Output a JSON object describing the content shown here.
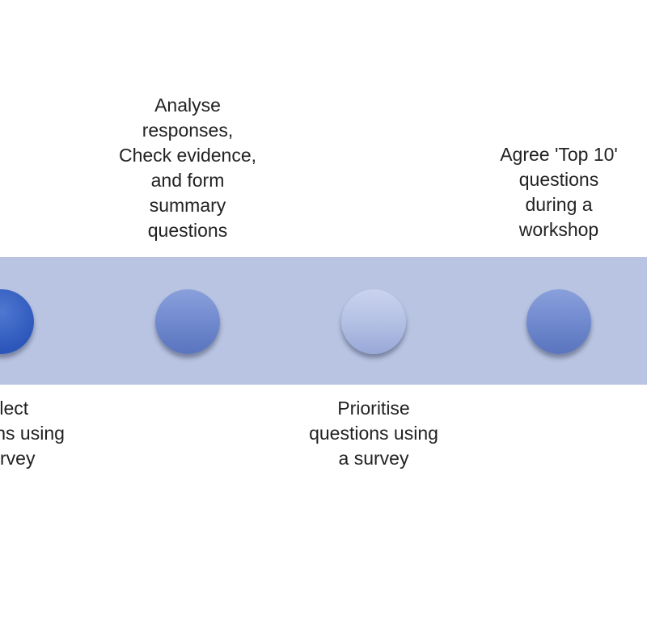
{
  "steps": [
    {
      "lines": [
        "Collect",
        "questions using",
        "a survey"
      ]
    },
    {
      "lines": [
        "Analyse",
        "responses,",
        "Check evidence,",
        "and form",
        "summary",
        "questions"
      ]
    },
    {
      "lines": [
        "Prioritise",
        "questions using",
        "a survey"
      ]
    },
    {
      "lines": [
        "Agree 'Top 10'",
        "questions",
        "during a",
        "workshop"
      ]
    }
  ],
  "colors": {
    "band": "#b9c4e2",
    "node_dark": "#2d57bb",
    "node_mid": "#6e88cd",
    "node_light": "#b2bfe3"
  }
}
